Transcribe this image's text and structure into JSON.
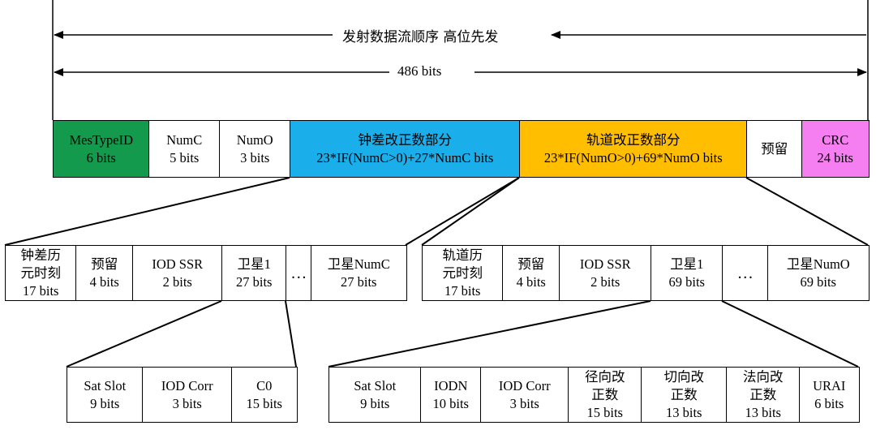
{
  "header": {
    "order_text": "发射数据流顺序    高位先发",
    "total_bits": "486 bits"
  },
  "colors": {
    "mestype": "#149a4d",
    "clock": "#1aaeea",
    "orbit": "#ffbe00",
    "crc": "#f57ff0",
    "plain": "#ffffff"
  },
  "main_fields": [
    {
      "lines": [
        "MesTypeID",
        "6 bits"
      ],
      "color": "mestype"
    },
    {
      "lines": [
        "NumC",
        "5 bits"
      ],
      "color": "plain"
    },
    {
      "lines": [
        "NumO",
        "3 bits"
      ],
      "color": "plain"
    },
    {
      "lines": [
        "钟差改正数部分",
        "23*IF(NumC>0)+27*NumC bits"
      ],
      "color": "clock"
    },
    {
      "lines": [
        "轨道改正数部分",
        "23*IF(NumO>0)+69*NumO bits"
      ],
      "color": "orbit"
    },
    {
      "lines": [
        "预留"
      ],
      "color": "plain"
    },
    {
      "lines": [
        "CRC",
        "24 bits"
      ],
      "color": "crc"
    }
  ],
  "clock_fields": [
    {
      "lines": [
        "钟差历",
        "元时刻",
        "17 bits"
      ]
    },
    {
      "lines": [
        "预留",
        "4 bits"
      ]
    },
    {
      "lines": [
        "IOD SSR",
        "2 bits"
      ]
    },
    {
      "lines": [
        "卫星1",
        "27 bits"
      ]
    },
    {
      "lines": [
        "…"
      ]
    },
    {
      "lines": [
        "卫星NumC",
        "27 bits"
      ]
    }
  ],
  "orbit_fields": [
    {
      "lines": [
        "轨道历",
        "元时刻",
        "17 bits"
      ]
    },
    {
      "lines": [
        "预留",
        "4 bits"
      ]
    },
    {
      "lines": [
        "IOD SSR",
        "2 bits"
      ]
    },
    {
      "lines": [
        "卫星1",
        "69 bits"
      ]
    },
    {
      "lines": [
        "…"
      ]
    },
    {
      "lines": [
        "卫星NumO",
        "69 bits"
      ]
    }
  ],
  "clock_sat_fields": [
    {
      "lines": [
        "Sat Slot",
        "9 bits"
      ]
    },
    {
      "lines": [
        "IOD Corr",
        "3 bits"
      ]
    },
    {
      "lines": [
        "C0",
        "15 bits"
      ]
    }
  ],
  "orbit_sat_fields": [
    {
      "lines": [
        "Sat Slot",
        "9 bits"
      ]
    },
    {
      "lines": [
        "IODN",
        "10 bits"
      ]
    },
    {
      "lines": [
        "IOD Corr",
        "3 bits"
      ]
    },
    {
      "lines": [
        "径向改",
        "正数",
        "15 bits"
      ]
    },
    {
      "lines": [
        "切向改",
        "正数",
        "13 bits"
      ]
    },
    {
      "lines": [
        "法向改",
        "正数",
        "13 bits"
      ]
    },
    {
      "lines": [
        "URAI",
        "6 bits"
      ]
    }
  ]
}
